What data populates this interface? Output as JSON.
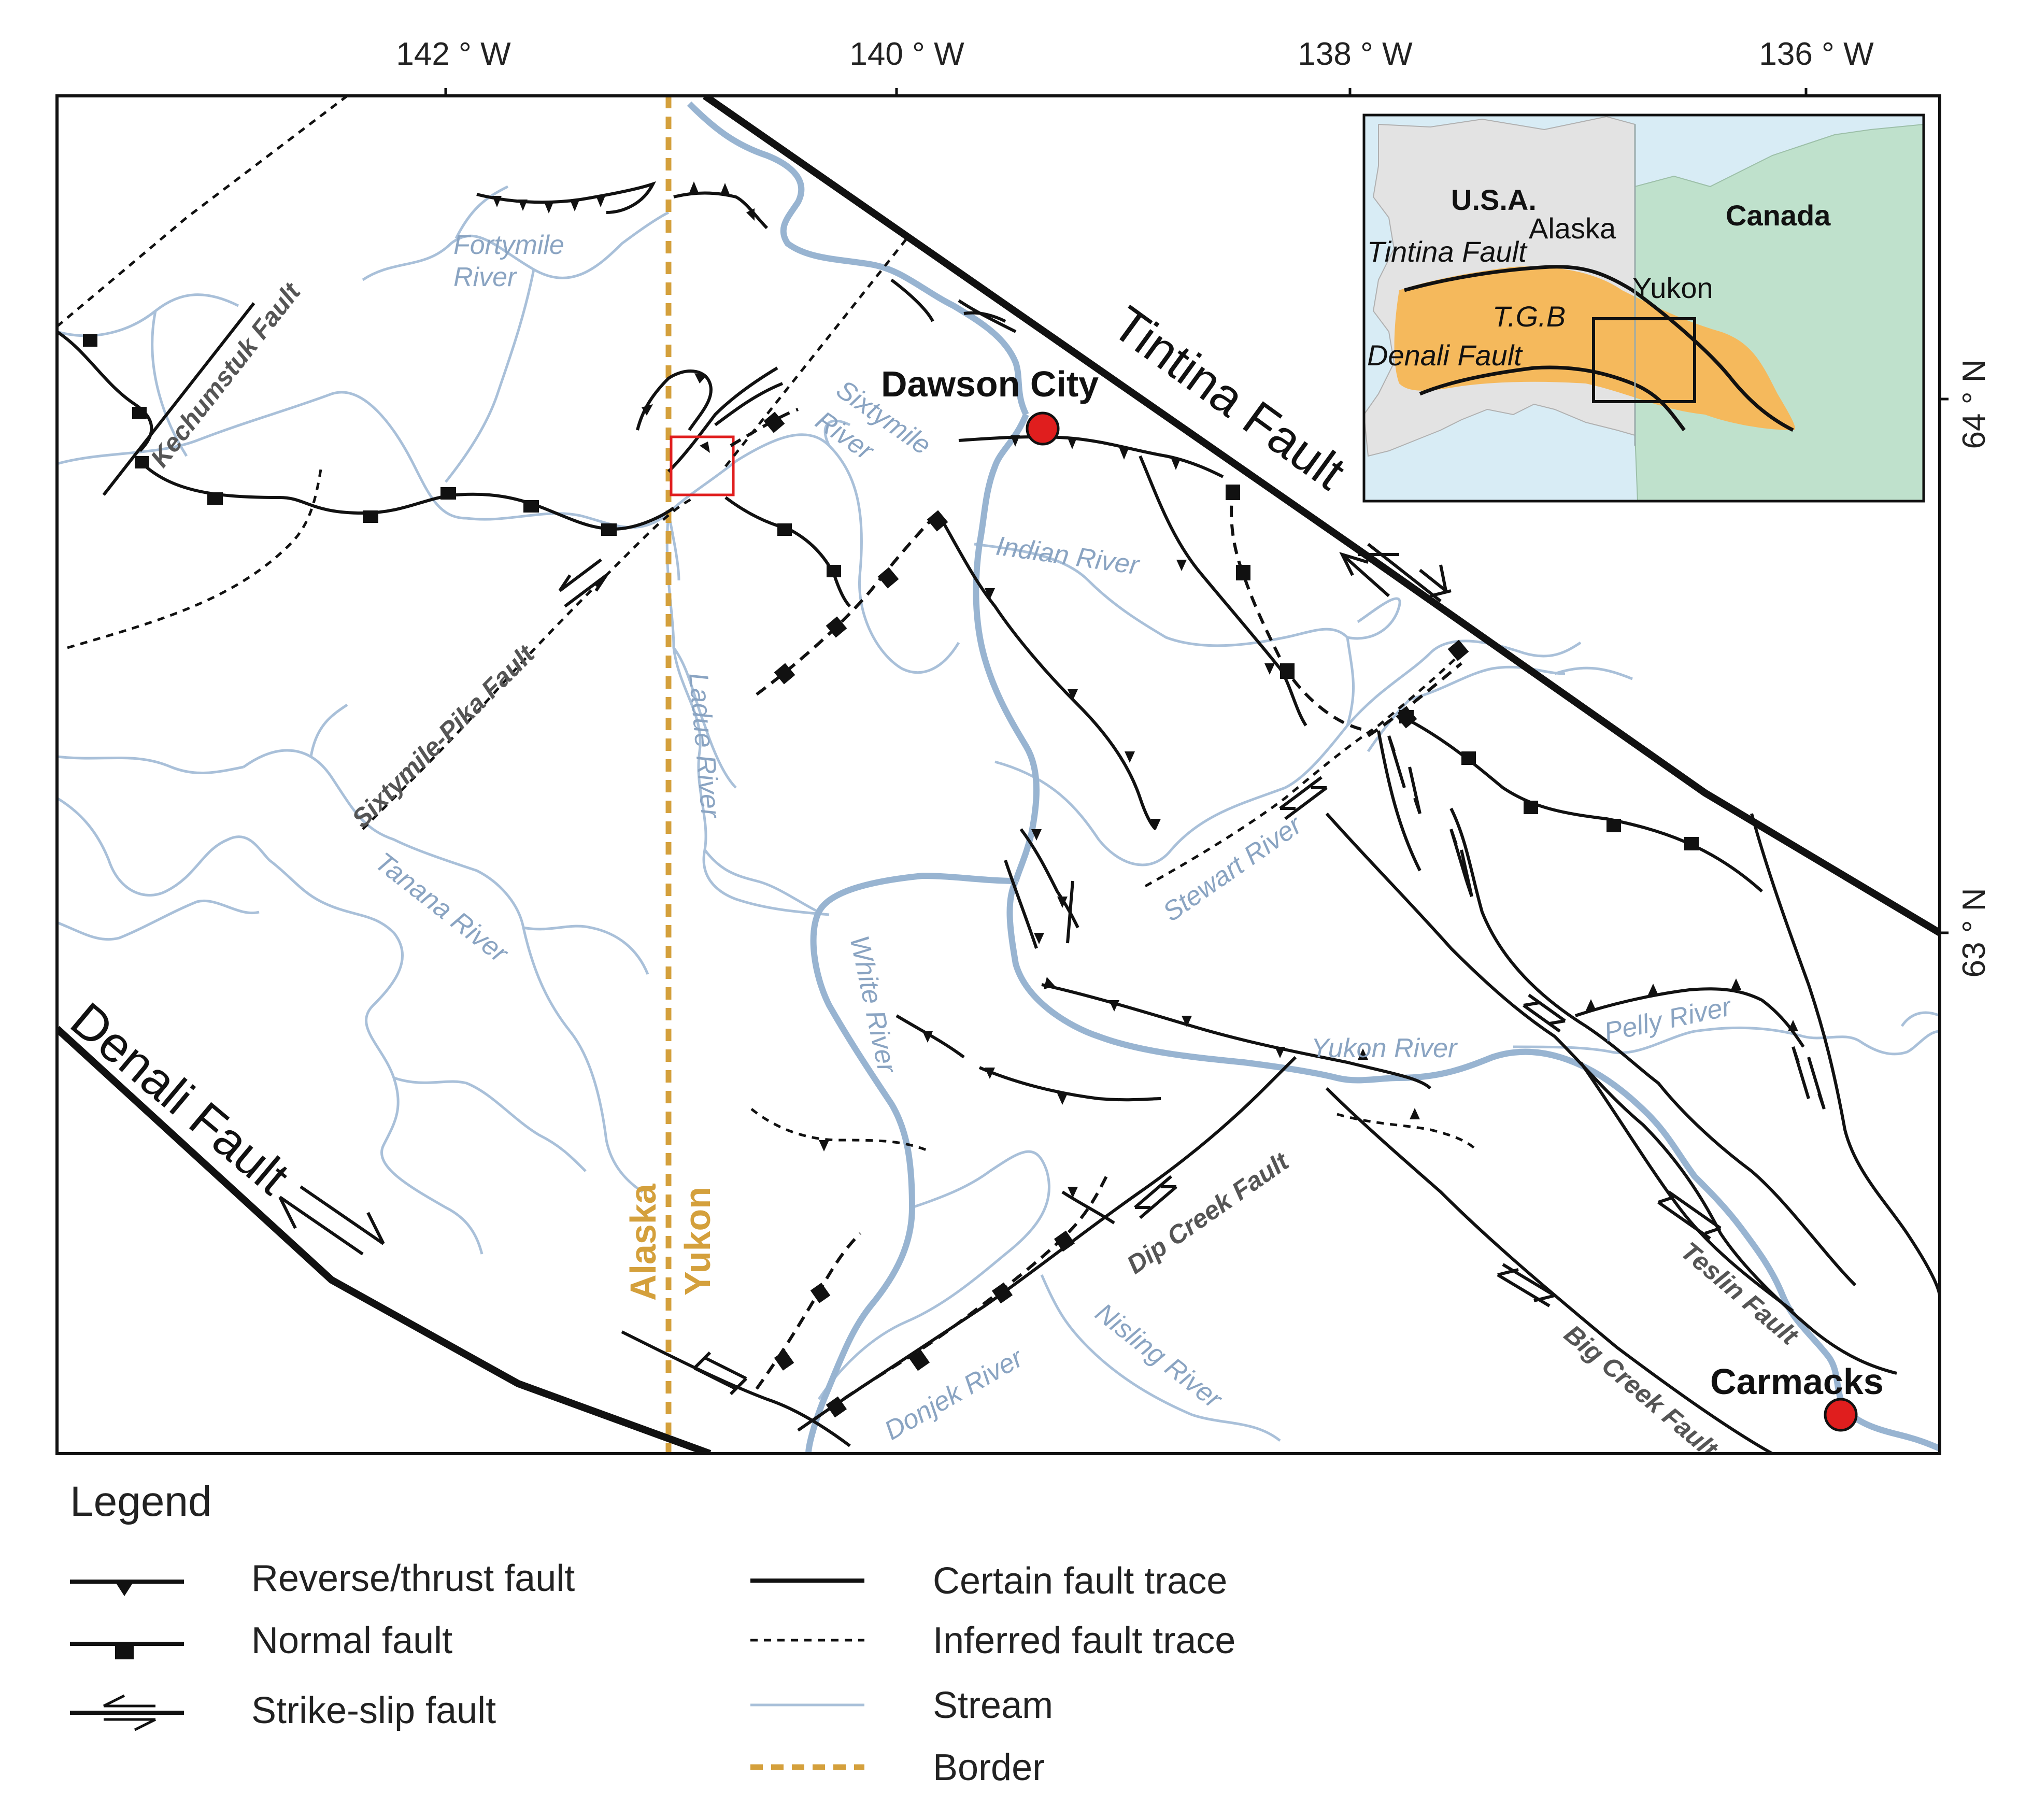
{
  "coordinates": {
    "lon": [
      "142 ° W",
      "140 ° W",
      "138 ° W",
      "136 ° W"
    ],
    "lat": [
      "64 ° N",
      "63 ° N"
    ]
  },
  "rivers": {
    "fortymile": [
      "Fortymile",
      "River"
    ],
    "sixtymile": [
      "Sixtymile",
      "River"
    ],
    "indian": "Indian River",
    "ladue": "Ladue River",
    "tanana": "Tanana River",
    "stewart": "Stewart River",
    "white": "White River",
    "yukon": "Yukon River",
    "pelly": "Pelly River",
    "donjek": "Donjek River",
    "nisling": "Nisling River"
  },
  "faults": {
    "kechumstuk": "Kechumstuk Fault",
    "sixtymile_pika": "Sixtymile-Pika Fault",
    "tintina": "Tintina Fault",
    "denali": "Denali Fault",
    "dip_creek": "Dip Creek Fault",
    "teslin": "Teslin Fault",
    "big_creek": "Big Creek Fault"
  },
  "places": {
    "dawson": "Dawson City",
    "carmacks": "Carmacks"
  },
  "border": {
    "left": "Alaska",
    "right": "Yukon"
  },
  "inset": {
    "usa": "U.S.A.",
    "canada": "Canada",
    "alaska": "Alaska",
    "yukon": "Yukon",
    "tintina": "Tintina Fault",
    "tgb": "T.G.B",
    "denali": "Denali Fault"
  },
  "legend": {
    "title": "Legend",
    "items": {
      "reverse": "Reverse/thrust fault",
      "normal": "Normal fault",
      "strike_slip": "Strike-slip fault",
      "certain": "Certain fault trace",
      "inferred": "Inferred fault trace",
      "stream": "Stream",
      "border": "Border"
    }
  },
  "colors": {
    "stream": "#a9c0d9",
    "border": "#d4a03c",
    "fault": "#111111",
    "city": "#e01e1e",
    "inset_land_us": "#e3e3e3",
    "inset_land_canada": "#bfe1cc",
    "inset_ocean": "#d8ecf5",
    "inset_tgb": "#f5b95c"
  }
}
